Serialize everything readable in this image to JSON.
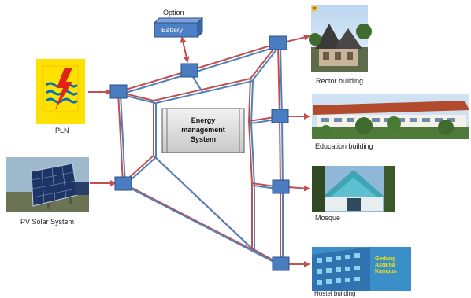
{
  "option_label": "Option",
  "battery_label": "Battery",
  "ems_label": [
    "Energy",
    "management",
    "System"
  ],
  "sources": {
    "pln": "PLN",
    "pv": "PV Solar System"
  },
  "buildings": {
    "rector": "Rector building",
    "education": "Education building",
    "mosque": "Mosque",
    "hostel": "Hostel building"
  },
  "hostel_sign": [
    "Gedung",
    "Asrama",
    "Kampus"
  ],
  "colors": {
    "node": "#4a7cc0",
    "node_stroke": "#2b4f86",
    "line_red": "#c0504d",
    "line_blue": "#4f81bd",
    "arrow": "#c0504d",
    "pln_bg": "#ffe100",
    "pln_bolt": "#e2231a",
    "pln_wave": "#0070c0",
    "ems_fill": "#d9d9d9",
    "battery": "#4f7fc4"
  }
}
